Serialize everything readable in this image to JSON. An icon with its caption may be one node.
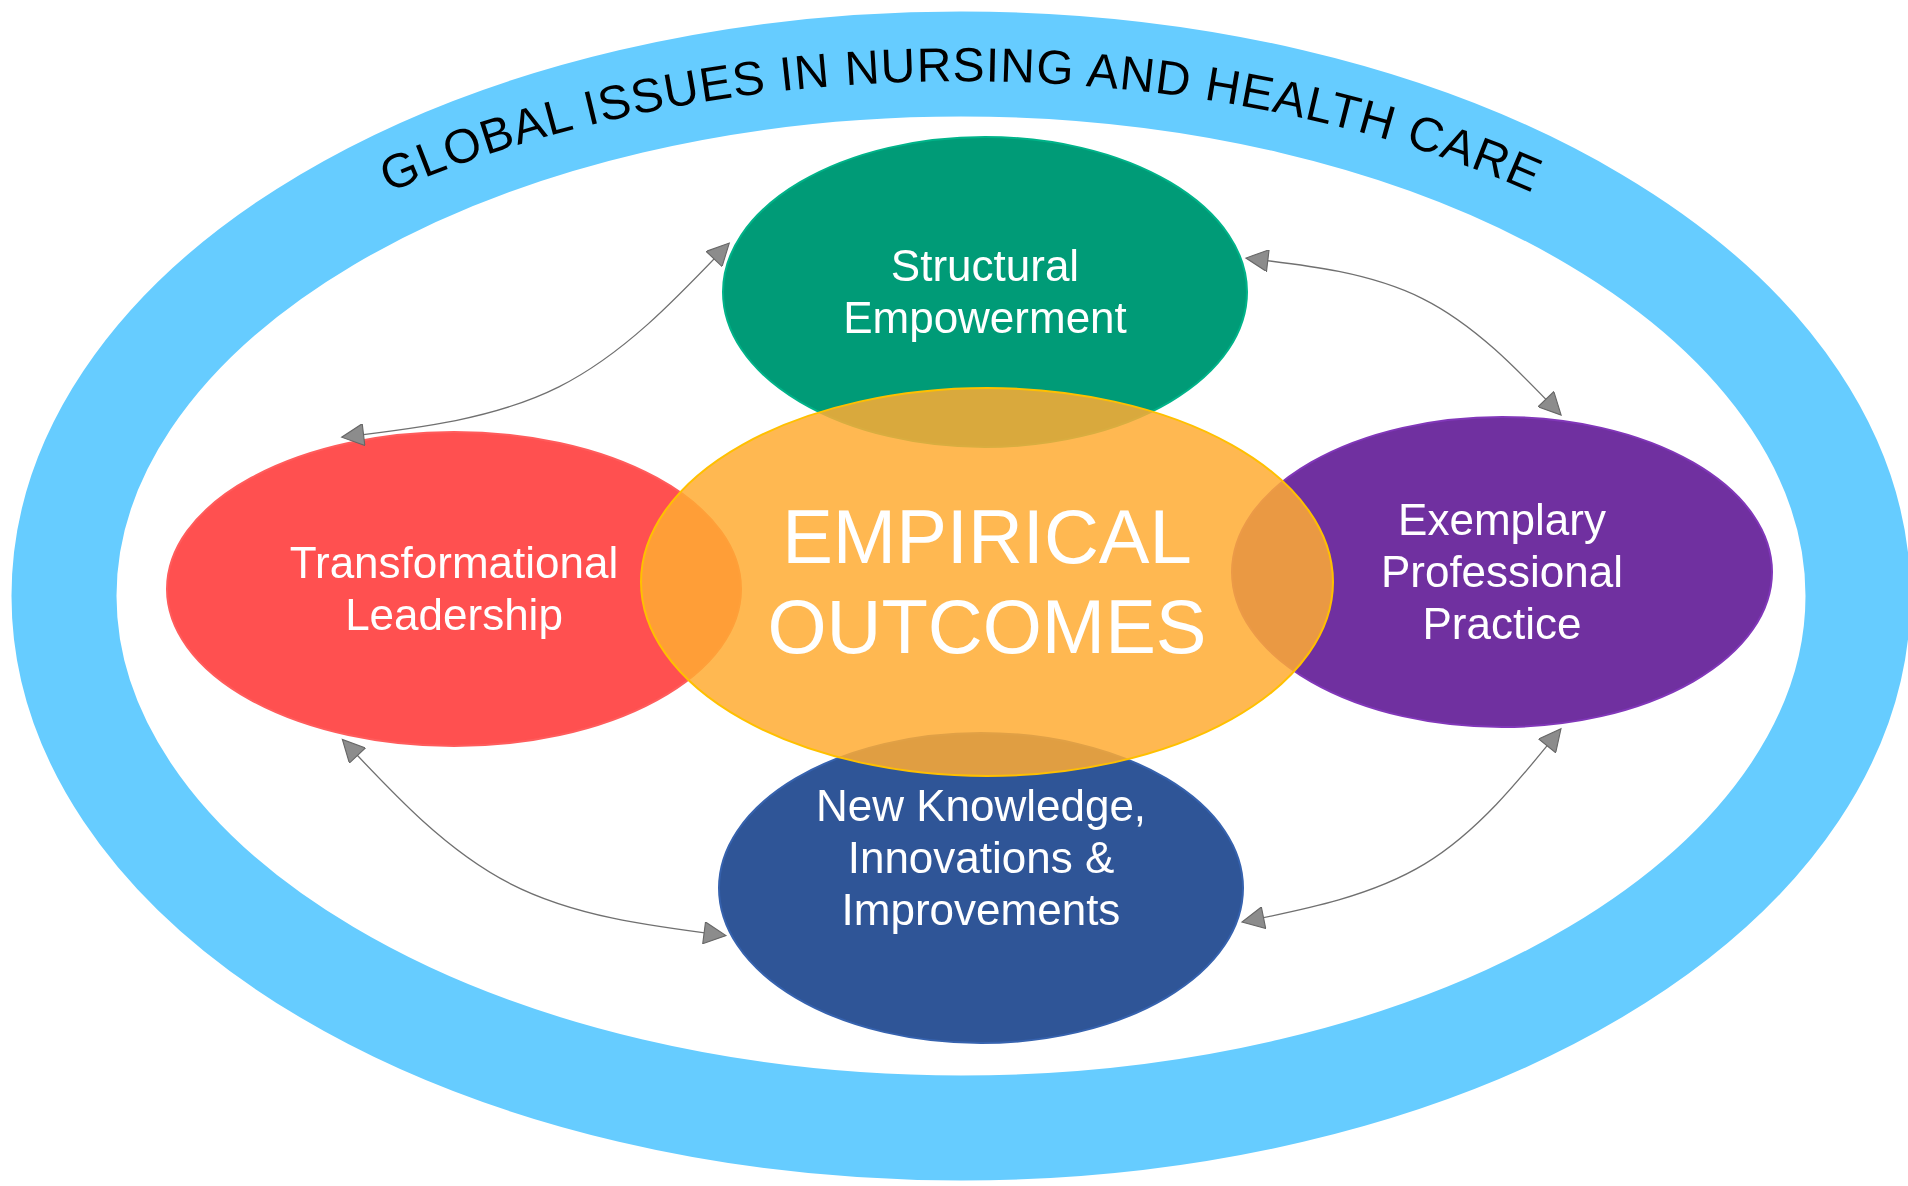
{
  "diagram": {
    "nodes": [
      {
        "text": [
          "GLOBAL ISSUES IN NURSING AND HEALTH CARE"
        ]
      },
      {
        "text": [
          "Structural Empowerment"
        ],
        "in": 0
      },
      {
        "text": [
          "Transformational Leadership"
        ],
        "in": 0
      },
      {
        "text": [
          "EMPIRICAL OUTCOMES"
        ],
        "in": 0
      },
      {
        "text": [
          "Exemplary Professional Practice"
        ],
        "in": 0
      },
      {
        "text": [
          "New Knowledge, Innovations & Improvements"
        ],
        "in": 0
      }
    ],
    "edges": [
      {
        "from": 2,
        "to": 1,
        "arrow": "both"
      },
      {
        "from": 1,
        "to": 4,
        "arrow": "both"
      },
      {
        "from": 4,
        "to": 5,
        "arrow": "both"
      },
      {
        "from": 2,
        "to": 5,
        "arrow": "both"
      }
    ]
  }
}
